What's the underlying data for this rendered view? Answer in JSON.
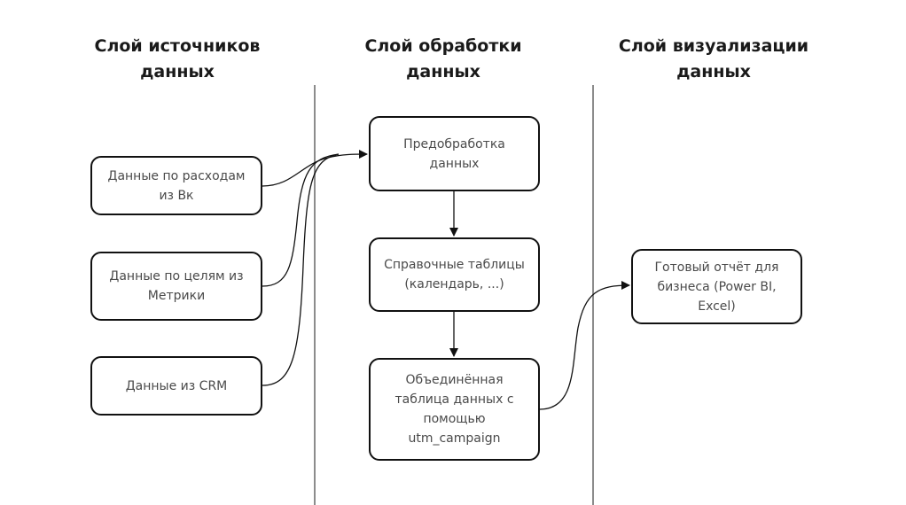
{
  "columns": [
    {
      "title": "Слой источников\nданных"
    },
    {
      "title": "Слой обработки\nданных"
    },
    {
      "title": "Слой визуализации\nданных"
    }
  ],
  "sources": [
    {
      "label": "Данные по расходам\nиз Вк"
    },
    {
      "label": "Данные по целям из\nМетрики"
    },
    {
      "label": "Данные из CRM"
    }
  ],
  "processing": [
    {
      "label": "Предобработка\nданных"
    },
    {
      "label": "Справочные таблицы\n(календарь, ...)"
    },
    {
      "label": "Объединённая\nтаблица данных с\nпомощью\nutm_campaign"
    }
  ],
  "visualization": [
    {
      "label": "Готовый отчёт для\nбизнеса (Power BI,\nExcel)"
    }
  ],
  "edges": [
    {
      "from": "Данные по расходам из Вк",
      "to": "Предобработка данных"
    },
    {
      "from": "Данные по целям из Метрики",
      "to": "Предобработка данных"
    },
    {
      "from": "Данные из CRM",
      "to": "Предобработка данных"
    },
    {
      "from": "Предобработка данных",
      "to": "Справочные таблицы"
    },
    {
      "from": "Справочные таблицы",
      "to": "Объединённая таблица данных"
    },
    {
      "from": "Объединённая таблица данных",
      "to": "Готовый отчёт для бизнеса"
    }
  ]
}
